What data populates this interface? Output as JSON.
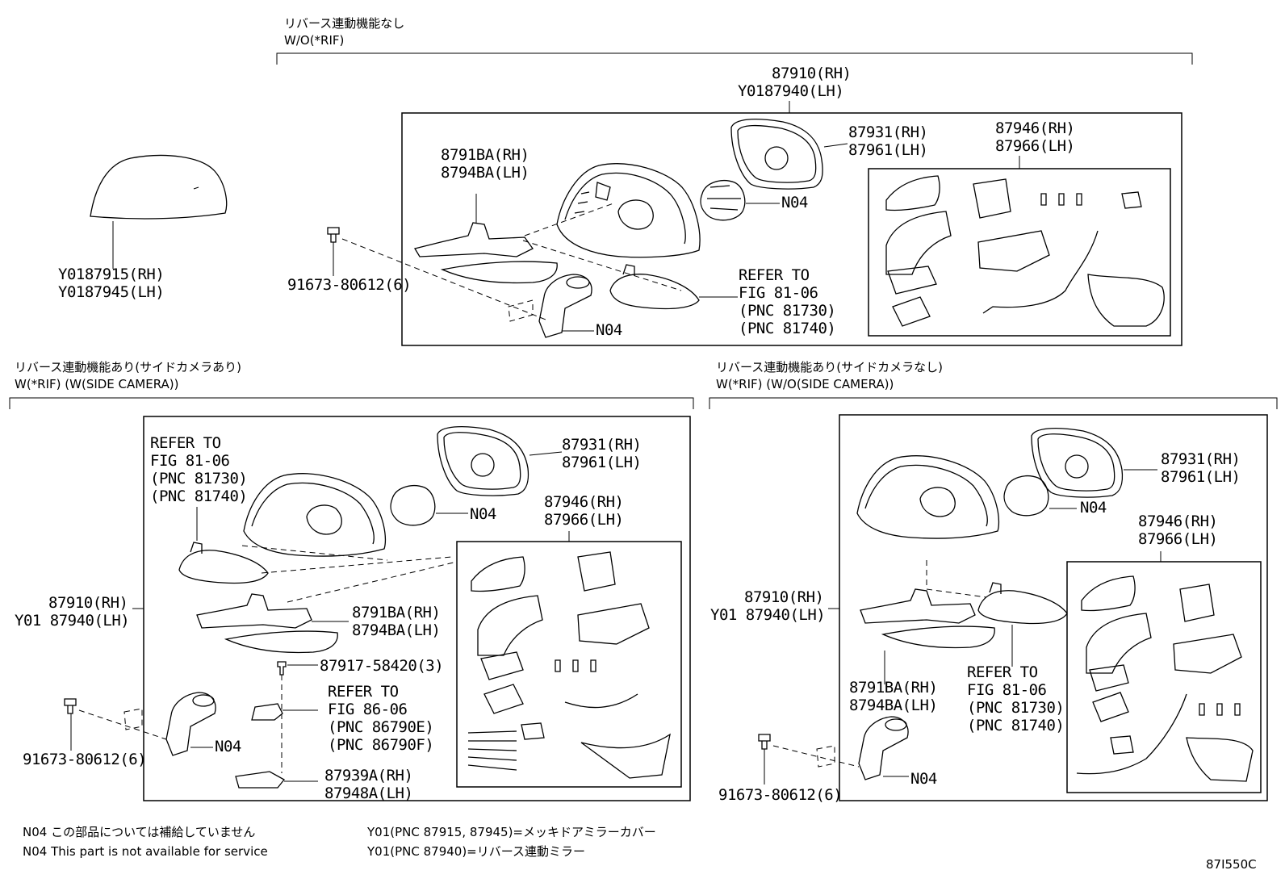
{
  "top_section": {
    "heading_jp": "リバース連動機能なし",
    "heading_en": "W/O(*RIF)",
    "assembly": [
      "87910(RH)",
      "Y0187940(LH)"
    ],
    "cover": [
      "Y0187915(RH)",
      "Y0187945(LH)"
    ],
    "glass": [
      "87931(RH)",
      "87961(LH)"
    ],
    "harness": [
      "87946(RH)",
      "87966(LH)"
    ],
    "visor": [
      "8791BA(RH)",
      "8794BA(LH)"
    ],
    "screw": "91673-80612(6)",
    "actuator_n04": "N04",
    "base_n04": "N04",
    "refer": [
      "REFER TO",
      "FIG 81-06",
      "(PNC 81730)",
      "(PNC 81740)"
    ]
  },
  "left_section": {
    "heading_jp": "リバース連動機能あり(サイドカメラあり)",
    "heading_en": "W(*RIF) (W(SIDE CAMERA))",
    "assembly": [
      "87910(RH)",
      "Y01 87940(LH)"
    ],
    "refer_lamp": [
      "REFER TO",
      "FIG 81-06",
      "(PNC 81730)",
      "(PNC 81740)"
    ],
    "glass": [
      "87931(RH)",
      "87961(LH)"
    ],
    "actuator_n04": "N04",
    "harness": [
      "87946(RH)",
      "87966(LH)"
    ],
    "visor": [
      "8791BA(RH)",
      "8794BA(LH)"
    ],
    "camera_screw": "87917-58420(3)",
    "refer_camera": [
      "REFER TO",
      "FIG 86-06",
      "(PNC 86790E)",
      "(PNC 86790F)"
    ],
    "camera_cover": [
      "87939A(RH)",
      "87948A(LH)"
    ],
    "screw": "91673-80612(6)",
    "base_n04": "N04"
  },
  "right_section": {
    "heading_jp": "リバース連動機能あり(サイドカメラなし)",
    "heading_en": "W(*RIF) (W/O(SIDE CAMERA))",
    "assembly": [
      "87910(RH)",
      "Y01 87940(LH)"
    ],
    "glass": [
      "87931(RH)",
      "87961(LH)"
    ],
    "actuator_n04": "N04",
    "harness": [
      "87946(RH)",
      "87966(LH)"
    ],
    "visor": [
      "8791BA(RH)",
      "8794BA(LH)"
    ],
    "refer": [
      "REFER TO",
      "FIG 81-06",
      "(PNC 81730)",
      "(PNC 81740)"
    ],
    "screw": "91673-80612(6)",
    "base_n04": "N04"
  },
  "notes": {
    "n04_jp": "N04 この部品については補給していません",
    "n04_en": "N04 This part is not available for service",
    "y01_a": "Y01(PNC 87915, 87945)=メッキドアミラーカバー",
    "y01_b": "Y01(PNC 87940)=リバース連動ミラー"
  },
  "figure_id": "87I550C"
}
